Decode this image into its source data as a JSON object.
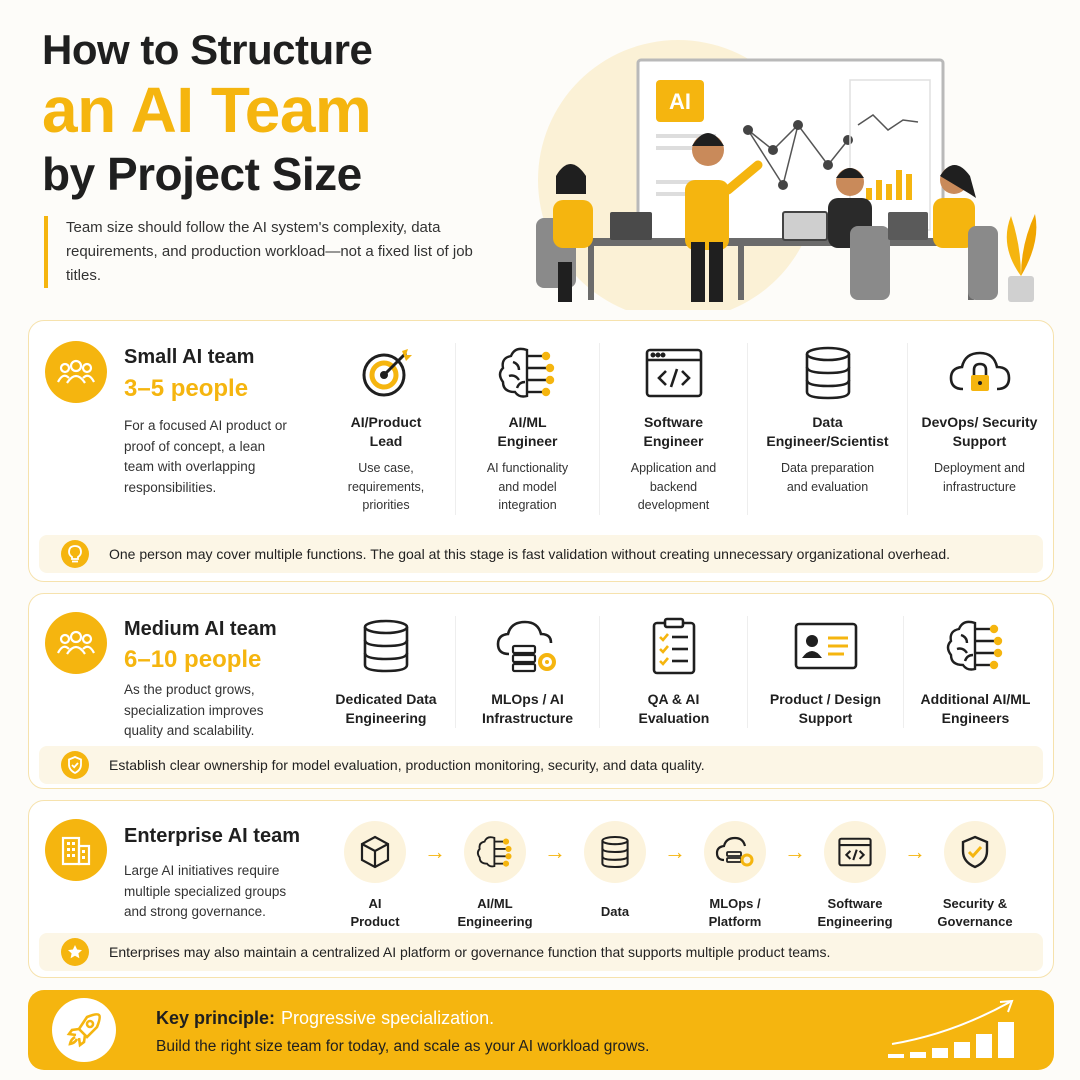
{
  "header": {
    "title_line1": "How to Structure",
    "title_line2": "an AI Team",
    "title_line3": "by Project Size",
    "intro": "Team size should follow the AI system's complexity, data requirements, and production workload—not a fixed list of job titles.",
    "hero_badge": "AI"
  },
  "small": {
    "title": "Small AI team",
    "size": "3–5 people",
    "description": "For a focused AI product or proof of concept, a lean team with overlapping responsibilities.",
    "roles": [
      {
        "name": "AI/Product Lead",
        "desc": "Use case, requirements, priorities",
        "icon": "target-icon"
      },
      {
        "name": "AI/ML Engineer",
        "desc": "AI functionality and model integration",
        "icon": "brain-circuit-icon"
      },
      {
        "name": "Software Engineer",
        "desc": "Application and backend development",
        "icon": "code-window-icon"
      },
      {
        "name": "Data Engineer/Scientist",
        "desc": "Data preparation and evaluation",
        "icon": "database-icon"
      },
      {
        "name": "DevOps/ Security Support",
        "desc": "Deployment and infrastructure",
        "icon": "cloud-lock-icon"
      }
    ],
    "note": "One person may cover multiple functions. The goal at this stage is fast validation without creating unnecessary organizational overhead.",
    "note_icon": "lightbulb-icon"
  },
  "medium": {
    "title": "Medium AI team",
    "size": "6–10 people",
    "description": "As the product grows, specialization improves quality and scalability.",
    "roles": [
      {
        "name": "Dedicated Data Engineering",
        "icon": "database-icon"
      },
      {
        "name": "MLOps / AI Infrastructure",
        "icon": "cloud-server-gear-icon"
      },
      {
        "name": "QA & AI Evaluation",
        "icon": "clipboard-checklist-icon"
      },
      {
        "name": "Product / Design Support",
        "icon": "profile-card-icon"
      },
      {
        "name": "Additional AI/ML Engineers",
        "icon": "brain-circuit-icon"
      }
    ],
    "note": "Establish clear ownership for model evaluation, production monitoring, security, and data quality.",
    "note_icon": "shield-check-icon"
  },
  "enterprise": {
    "title": "Enterprise AI team",
    "description": "Large AI initiatives require multiple specialized groups and strong governance.",
    "flow": [
      {
        "name": "AI Product",
        "icon": "cube-icon"
      },
      {
        "name": "AI/ML Engineering",
        "icon": "brain-circuit-icon"
      },
      {
        "name": "Data",
        "icon": "database-icon"
      },
      {
        "name": "MLOps / Platform",
        "icon": "cloud-gear-icon"
      },
      {
        "name": "Software Engineering",
        "icon": "code-window-icon"
      },
      {
        "name": "Security & Governance",
        "icon": "shield-check-icon"
      }
    ],
    "arrow": "→",
    "note": "Enterprises may also maintain a centralized AI platform or governance function that supports multiple product teams.",
    "note_icon": "star-icon"
  },
  "footer": {
    "label": "Key principle:",
    "principle": "Progressive specialization.",
    "description": "Build the right size team for today, and scale as your AI workload grows.",
    "icon": "rocket-icon"
  },
  "colors": {
    "accent": "#f5b50f",
    "dark": "#1f1f1f",
    "note_bg": "#fcf6e6",
    "border": "#f6e2ad"
  }
}
